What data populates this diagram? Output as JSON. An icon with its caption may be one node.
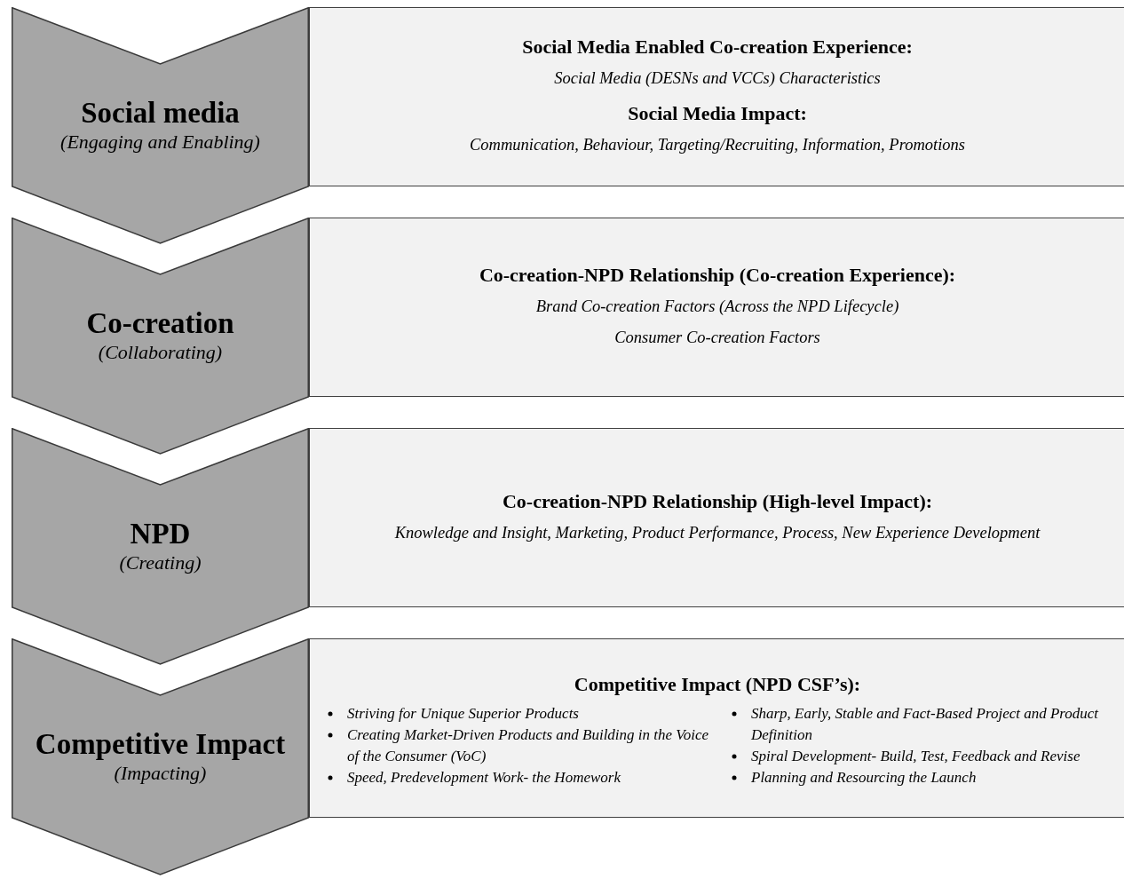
{
  "diagram": {
    "nodes": [
      {
        "text": [
          "Social media",
          "(Engaging and Enabling)"
        ]
      },
      {
        "text": [
          "Social Media Enabled Co-creation Experience:",
          "Social Media (DESNs and VCCs) Characteristics",
          "Social Media Impact:",
          "Communication, Behaviour, Targeting/Recruiting, Information, Promotions"
        ]
      },
      {
        "text": [
          "Co-creation",
          "(Collaborating)"
        ]
      },
      {
        "text": [
          "Co-creation-NPD Relationship (Co-creation Experience):",
          "Brand Co-creation Factors (Across the NPD Lifecycle)",
          "Consumer Co-creation Factors"
        ]
      },
      {
        "text": [
          "NPD",
          "(Creating)"
        ]
      },
      {
        "text": [
          "Co-creation-NPD Relationship (High-level Impact):",
          "Knowledge and Insight, Marketing, Product Performance, Process, New Experience Development"
        ]
      },
      {
        "text": [
          "Competitive Impact",
          "(Impacting)"
        ]
      },
      {
        "text": [
          "Competitive Impact (NPD CSF’s):",
          "Striving for Unique Superior Products",
          "Creating Market-Driven Products and Building in the Voice of the Consumer (VoC)",
          "Speed, Predevelopment Work- the Homework",
          "Sharp, Early, Stable and Fact-Based Project and Product Definition",
          "Spiral Development- Build, Test, Feedback and Revise",
          "Planning and Resourcing the Launch"
        ]
      }
    ]
  }
}
